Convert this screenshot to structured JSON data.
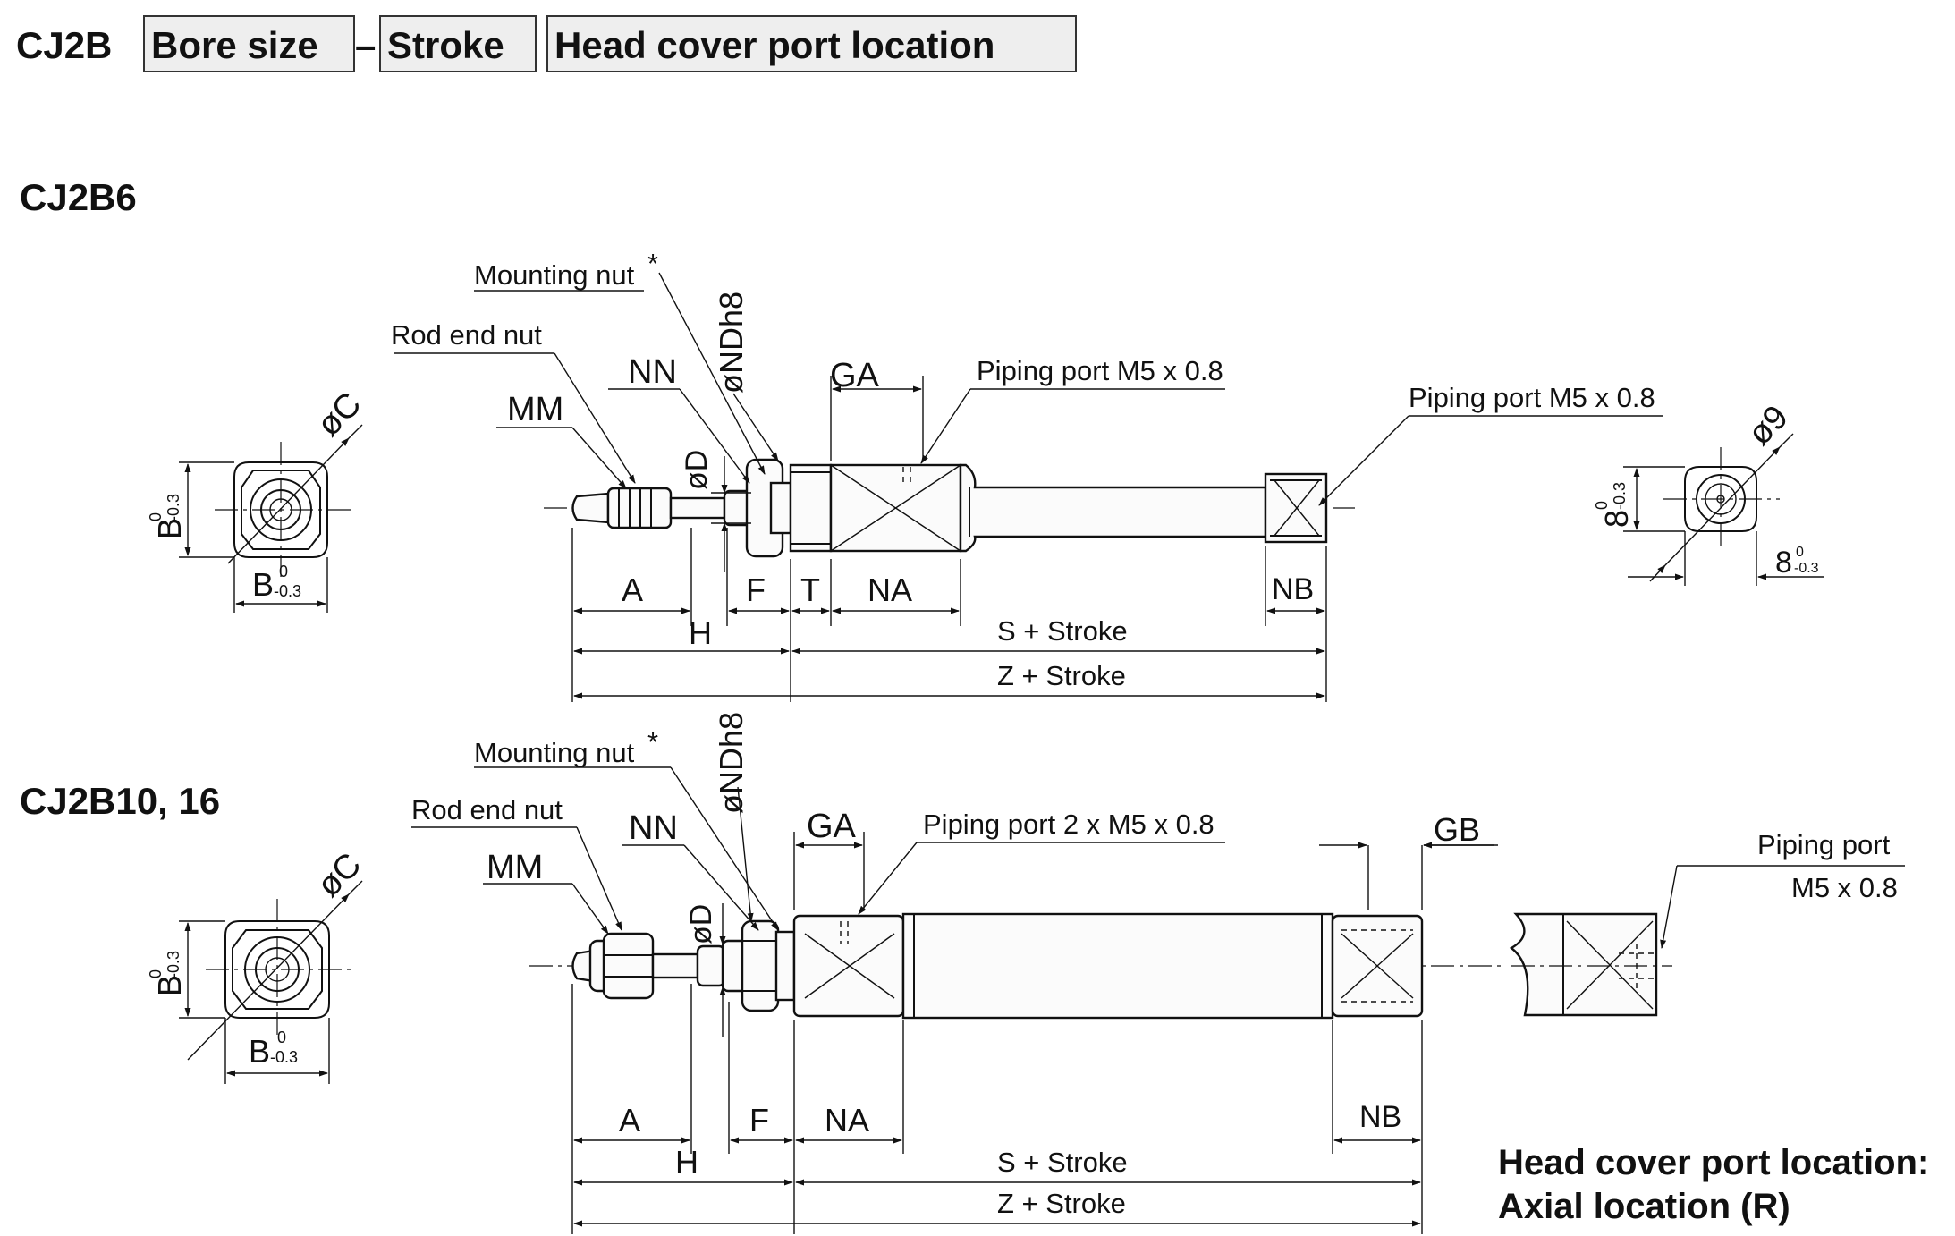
{
  "header": {
    "model": "CJ2B",
    "fields": [
      "Bore size",
      "Stroke",
      "Head cover port location"
    ],
    "separator": "–"
  },
  "section_1": {
    "title": "CJ2B6",
    "labels": {
      "mounting_nut": "Mounting nut",
      "asterisk": "*",
      "rod_end_nut": "Rod end nut",
      "mm": "MM",
      "nn": "NN",
      "nd": "øNDh8",
      "d": "øD",
      "ga": "GA",
      "piping_port_1": "Piping port M5 x 0.8",
      "piping_port_2": "Piping port M5 x 0.8",
      "c": "øC",
      "b_vert": "B",
      "b_horz": "B",
      "tol_upper": "0",
      "tol_lower": "-0.3",
      "phi9": "ø9",
      "eight_vert": "8",
      "eight_horz": "8",
      "a": "A",
      "f": "F",
      "t": "T",
      "na": "NA",
      "nb": "NB",
      "h": "H",
      "s_stroke": "S + Stroke",
      "z_stroke": "Z + Stroke"
    }
  },
  "section_2": {
    "title": "CJ2B10, 16",
    "labels": {
      "mounting_nut": "Mounting nut",
      "asterisk": "*",
      "rod_end_nut": "Rod end nut",
      "mm": "MM",
      "nn": "NN",
      "nd": "øNDh8",
      "d": "øD",
      "ga": "GA",
      "gb": "GB",
      "piping_port": "Piping port 2 x M5 x 0.8",
      "piping_port_r1": "Piping port",
      "piping_port_r2": "M5 x 0.8",
      "c": "øC",
      "b_vert": "B",
      "b_horz": "B",
      "tol_upper": "0",
      "tol_lower": "-0.3",
      "a": "A",
      "f": "F",
      "na": "NA",
      "nb": "NB",
      "h": "H",
      "s_stroke": "S + Stroke",
      "z_stroke": "Z + Stroke"
    },
    "note_line1": "Head cover port location:",
    "note_line2": "Axial location (R)"
  }
}
